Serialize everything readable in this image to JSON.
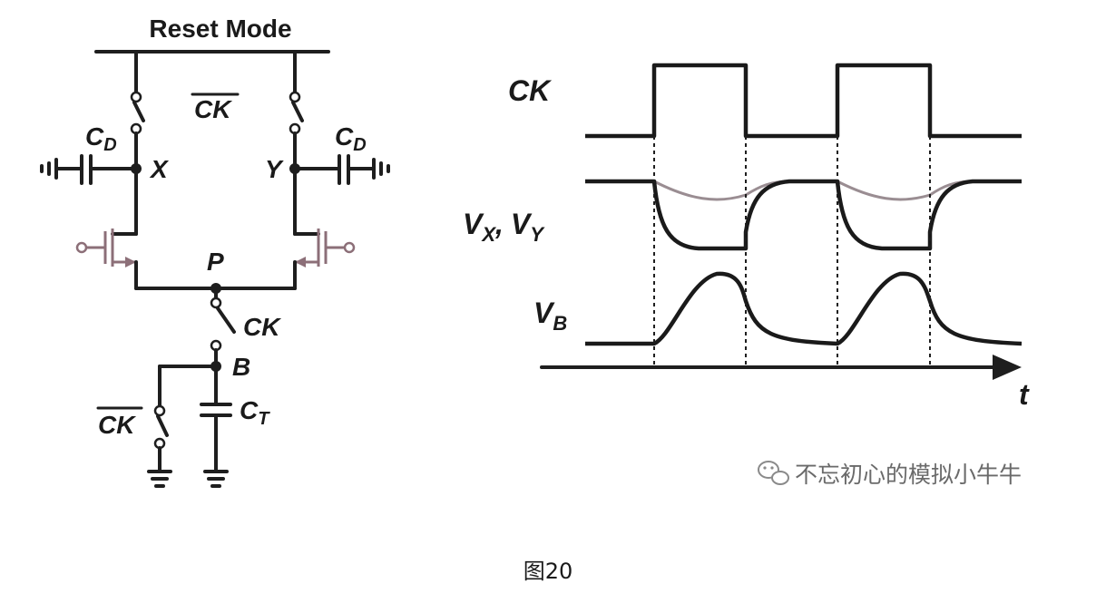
{
  "circuit": {
    "reset_mode_label": "Reset Mode",
    "ck_bar_top_label": "CK",
    "cd_left_label": "C",
    "cd_left_sub": "D",
    "cd_right_label": "C",
    "cd_right_sub": "D",
    "node_x_label": "X",
    "node_y_label": "Y",
    "node_p_label": "P",
    "ck_switch_label": "CK",
    "node_b_label": "B",
    "ck_bar_bottom_label": "CK",
    "ct_label": "C",
    "ct_sub": "T"
  },
  "timing": {
    "ck_label": "CK",
    "vx_label": "V",
    "vx_sub": "X",
    "comma": ",",
    "vy_label": "V",
    "vy_sub": "Y",
    "vb_label": "V",
    "vb_sub": "B",
    "t_label": "t"
  },
  "watermark": {
    "text": "不忘初心的模拟小牛牛",
    "icon": "wechat-icon"
  },
  "caption": "图20"
}
